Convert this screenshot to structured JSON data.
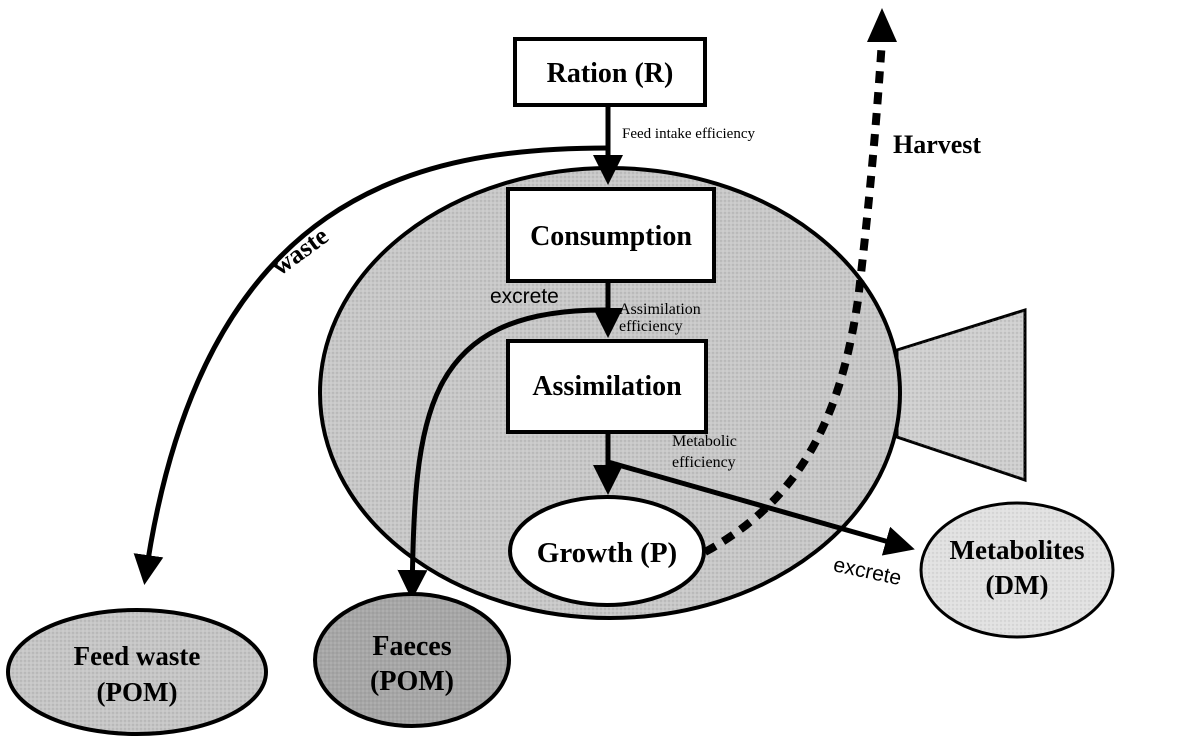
{
  "nodes": {
    "ration": "Ration (R)",
    "consumption": "Consumption",
    "assimilation": "Assimilation",
    "growth": "Growth (P)",
    "feed_waste": {
      "line1": "Feed waste",
      "line2": "(POM)"
    },
    "faeces": {
      "line1": "Faeces",
      "line2": "(POM)"
    },
    "metabolites": {
      "line1": "Metabolites",
      "line2": "(DM)"
    }
  },
  "edge_labels": {
    "feed_intake_efficiency": "Feed intake efficiency",
    "assimilation_efficiency": {
      "line1": "Assimilation",
      "line2": "efficiency"
    },
    "metabolic_efficiency": {
      "line1": "Metabolic",
      "line2": "efficiency"
    },
    "waste": "waste",
    "excrete_faeces": "excrete",
    "excrete_metabolites": "excrete",
    "harvest": "Harvest"
  },
  "colors": {
    "fish_body": "#c8c8c8",
    "tail": "#cfcfcf",
    "feed_waste": "#c6c6c6",
    "faeces": "#a6a6a6",
    "metabolites": "#e1e1e1",
    "stroke": "#000000",
    "box_fill": "#ffffff"
  }
}
